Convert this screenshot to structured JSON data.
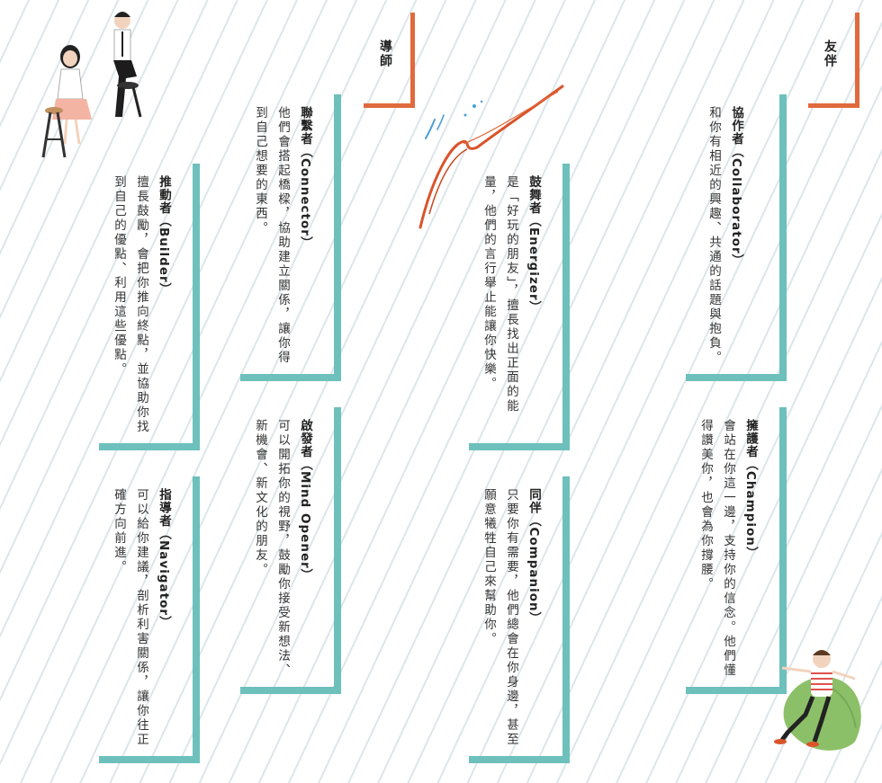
{
  "sections": {
    "mentor": "導師",
    "companion": "友伴"
  },
  "cards": {
    "collaborator": {
      "title_zh": "協作者",
      "title_en": "（Collaborator）",
      "body": "和你有相近的興趣、共通的話題與抱負。"
    },
    "energizer": {
      "title_zh": "鼓舞者",
      "title_en": "（Energizer）",
      "body": "是「好玩的朋友」，擅長找出正面的能量，他們的言行舉止能讓你快樂。"
    },
    "connector": {
      "title_zh": "聯繫者",
      "title_en": "（Connector）",
      "body": "他們會搭起橋樑，協助建立關係，讓你得到自己想要的東西。"
    },
    "builder": {
      "title_zh": "推動者",
      "title_en": "（Builder）",
      "body": "擅長鼓勵，會把你推向終點，並協助你找到自己的優點、利用這些優點。"
    },
    "champion": {
      "title_zh": "擁護者",
      "title_en": "（Champion）",
      "body": "會站在你這一邊，支持你的信念。他們懂得讚美你，也會為你撐腰。"
    },
    "companion": {
      "title_zh": "同伴",
      "title_en": "（Companion）",
      "body": "只要你有需要，他們總會在你身邊，甚至願意犧牲自己來幫助你。"
    },
    "mind_opener": {
      "title_zh": "啟發者",
      "title_en": "（Mind Opener）",
      "body": "可以開拓你的視野，鼓勵你接受新想法、新機會、新文化的朋友。"
    },
    "navigator": {
      "title_zh": "指導者",
      "title_en": "（Navigator）",
      "body": "可以給你建議，剖析利害關係，讓你往正確方向前進。"
    }
  },
  "colors": {
    "teal": "#6dc0bb",
    "orange": "#e06a3c",
    "stripe": "#dde6ea"
  },
  "illustrations": [
    "two-people-on-stools-illustration",
    "person-on-beanbag-illustration",
    "brush-stroke-decoration"
  ]
}
